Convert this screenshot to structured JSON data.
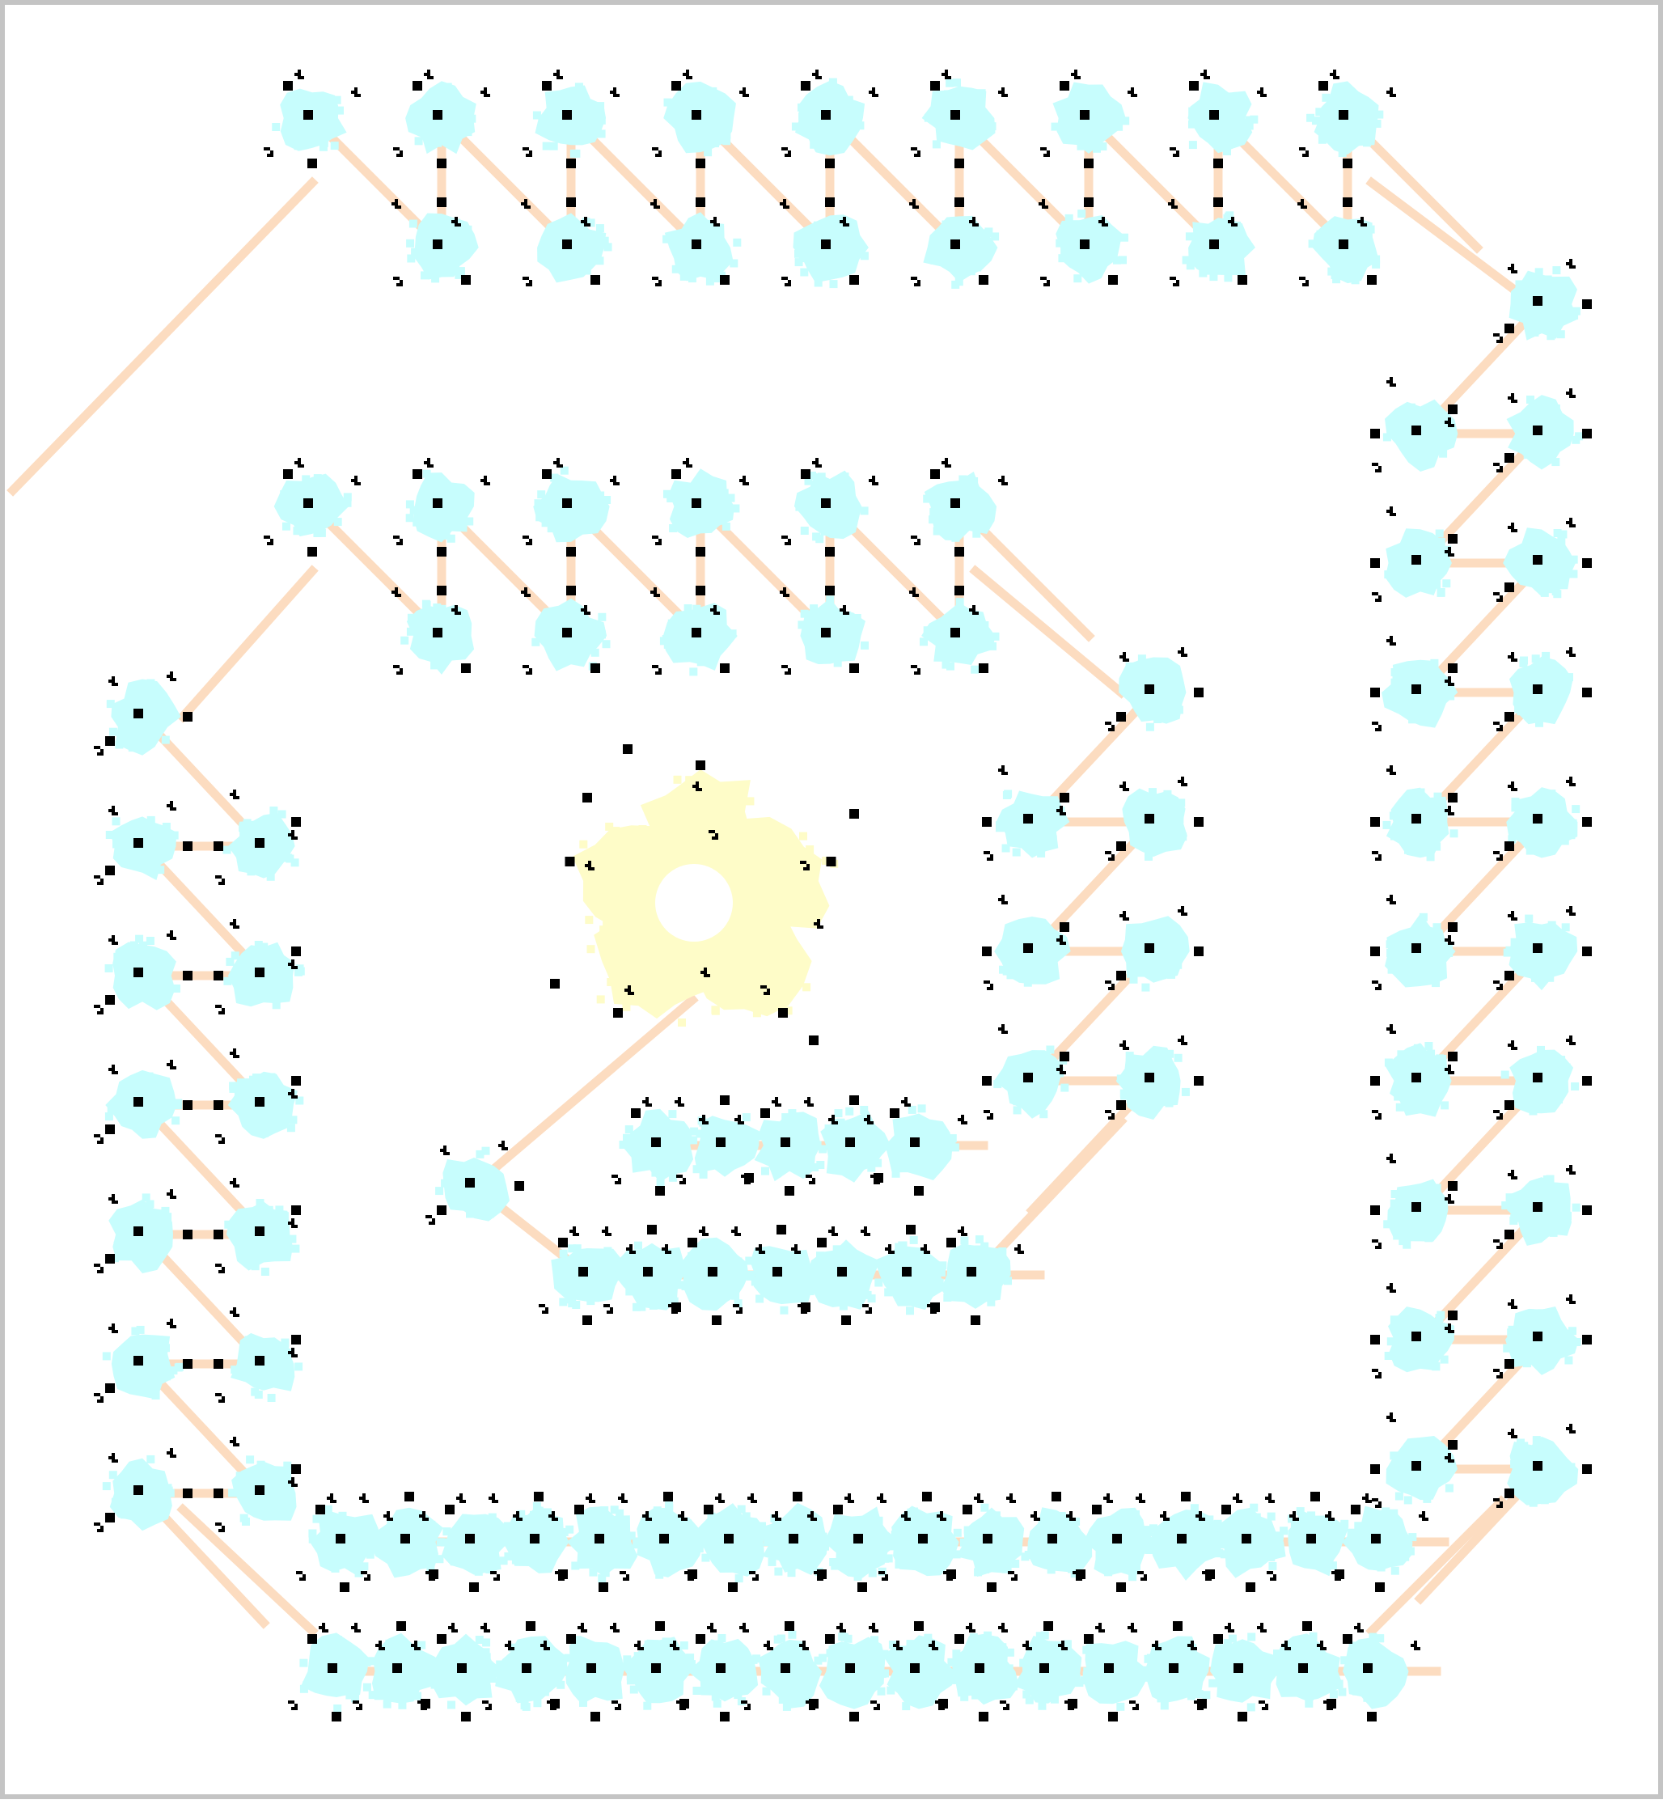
{
  "board": {
    "kind": "cellular-automaton-grid",
    "pattern": "octagonal-spiral",
    "rings": 3,
    "center_motif": "yellow-spinner",
    "colors": {
      "background": "#ffffff",
      "border": "#c4c4c4",
      "reaction_halo": "#c7fdfd",
      "glider_trail": "#fcdcc0",
      "center_halo": "#fefcc8",
      "live_cell": "#000000"
    }
  }
}
